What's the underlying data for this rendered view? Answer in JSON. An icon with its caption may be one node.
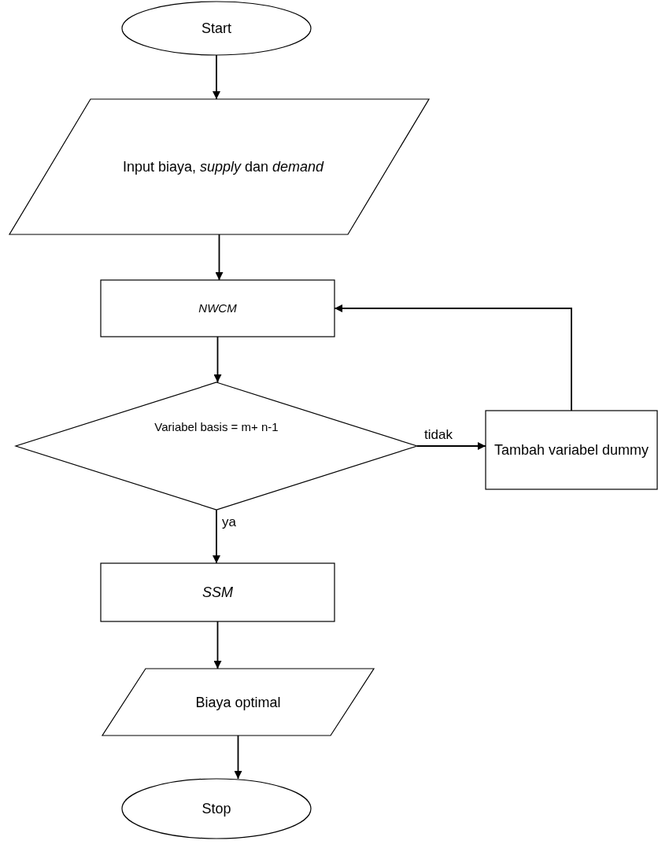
{
  "diagram": {
    "nodes": [
      {
        "text": [
          "Start"
        ]
      },
      {
        "text": [
          "Input biaya, *supply* dan *demand*"
        ]
      },
      {
        "text": [
          "NWCM"
        ]
      },
      {
        "text": [
          "Variabel basis = m+ n-1"
        ]
      },
      {
        "text": [
          "Tambah variabel dummy"
        ]
      },
      {
        "text": [
          "SSM"
        ]
      },
      {
        "text": [
          "Biaya optimal"
        ]
      },
      {
        "text": [
          "Stop"
        ]
      }
    ],
    "edges": [
      {
        "from": 0,
        "to": 1,
        "arrow": "to"
      },
      {
        "from": 1,
        "to": 2,
        "arrow": "to"
      },
      {
        "from": 2,
        "to": 3,
        "arrow": "to"
      },
      {
        "from": 3,
        "to": 4,
        "arrow": "to",
        "label": "tidak"
      },
      {
        "from": 4,
        "to": 2,
        "arrow": "to"
      },
      {
        "from": 3,
        "to": 5,
        "arrow": "to",
        "label": "ya"
      },
      {
        "from": 5,
        "to": 6,
        "arrow": "to"
      },
      {
        "from": 6,
        "to": 7,
        "arrow": "to"
      }
    ]
  }
}
